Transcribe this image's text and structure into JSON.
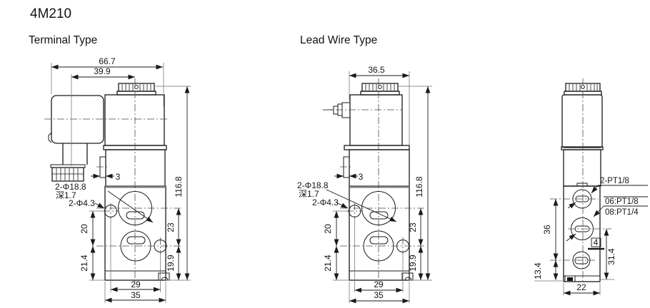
{
  "page": {
    "model": "4M210"
  },
  "terminal": {
    "title": "Terminal Type",
    "dims": {
      "overall_width": "66.7",
      "coil_center": "39.9",
      "height": "116.8",
      "side_tab": "3",
      "port_dia": "2-Φ18.8",
      "port_depth": "深1.7",
      "mount_dia": "2-Φ4.3",
      "hole_to_port": "20",
      "port_to_bottom": "21.4",
      "port_spacing": "23",
      "bottom_port": "19.9",
      "hole_spacing": "29",
      "body_width": "35"
    }
  },
  "lead": {
    "title": "Lead Wire Type",
    "dims": {
      "body_width_top": "36.5",
      "height": "116.8",
      "side_tab": "3",
      "port_dia": "2-Φ18.8",
      "port_depth": "深1.7",
      "mount_dia": "2-Φ4.3",
      "hole_to_port": "20",
      "port_to_bottom": "21.4",
      "port_spacing": "23",
      "bottom_port": "19.9",
      "hole_spacing": "29",
      "body_width": "35"
    }
  },
  "side": {
    "dims": {
      "top_ports": "2-PT1/8",
      "exhaust_06": "06:PT1/8",
      "exhaust_08": "08:PT1/4",
      "port_span": "36",
      "bottom_offset": "13.4",
      "mid_to_bottom": "31.4",
      "orifice": "4",
      "depth": "22"
    }
  }
}
